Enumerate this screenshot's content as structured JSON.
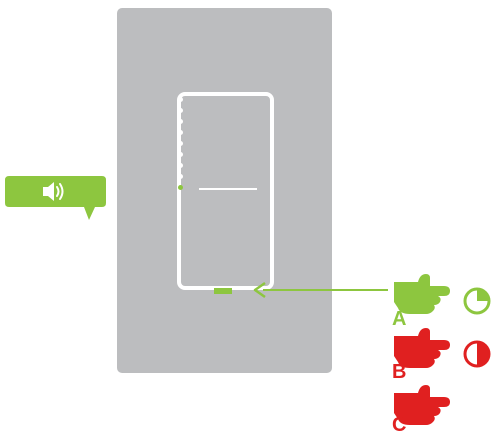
{
  "colors": {
    "plate": "#bcbdbf",
    "accent_green": "#8dc63f",
    "accent_red": "#e02020",
    "switch_outline": "#ffffff"
  },
  "icons": {
    "speech_bubble": "speaker-icon",
    "green_hand": "pointing-hand-icon",
    "red_hand": "pointing-hand-icon",
    "clock": "clock-icon"
  },
  "led_indicator": {
    "total": 9,
    "active_index": 8
  },
  "press_options": [
    {
      "label": "A",
      "color": "green",
      "timer_fraction": 0.25
    },
    {
      "label": "B",
      "color": "red",
      "timer_fraction": 0.5
    },
    {
      "label": "C",
      "color": "red"
    }
  ]
}
